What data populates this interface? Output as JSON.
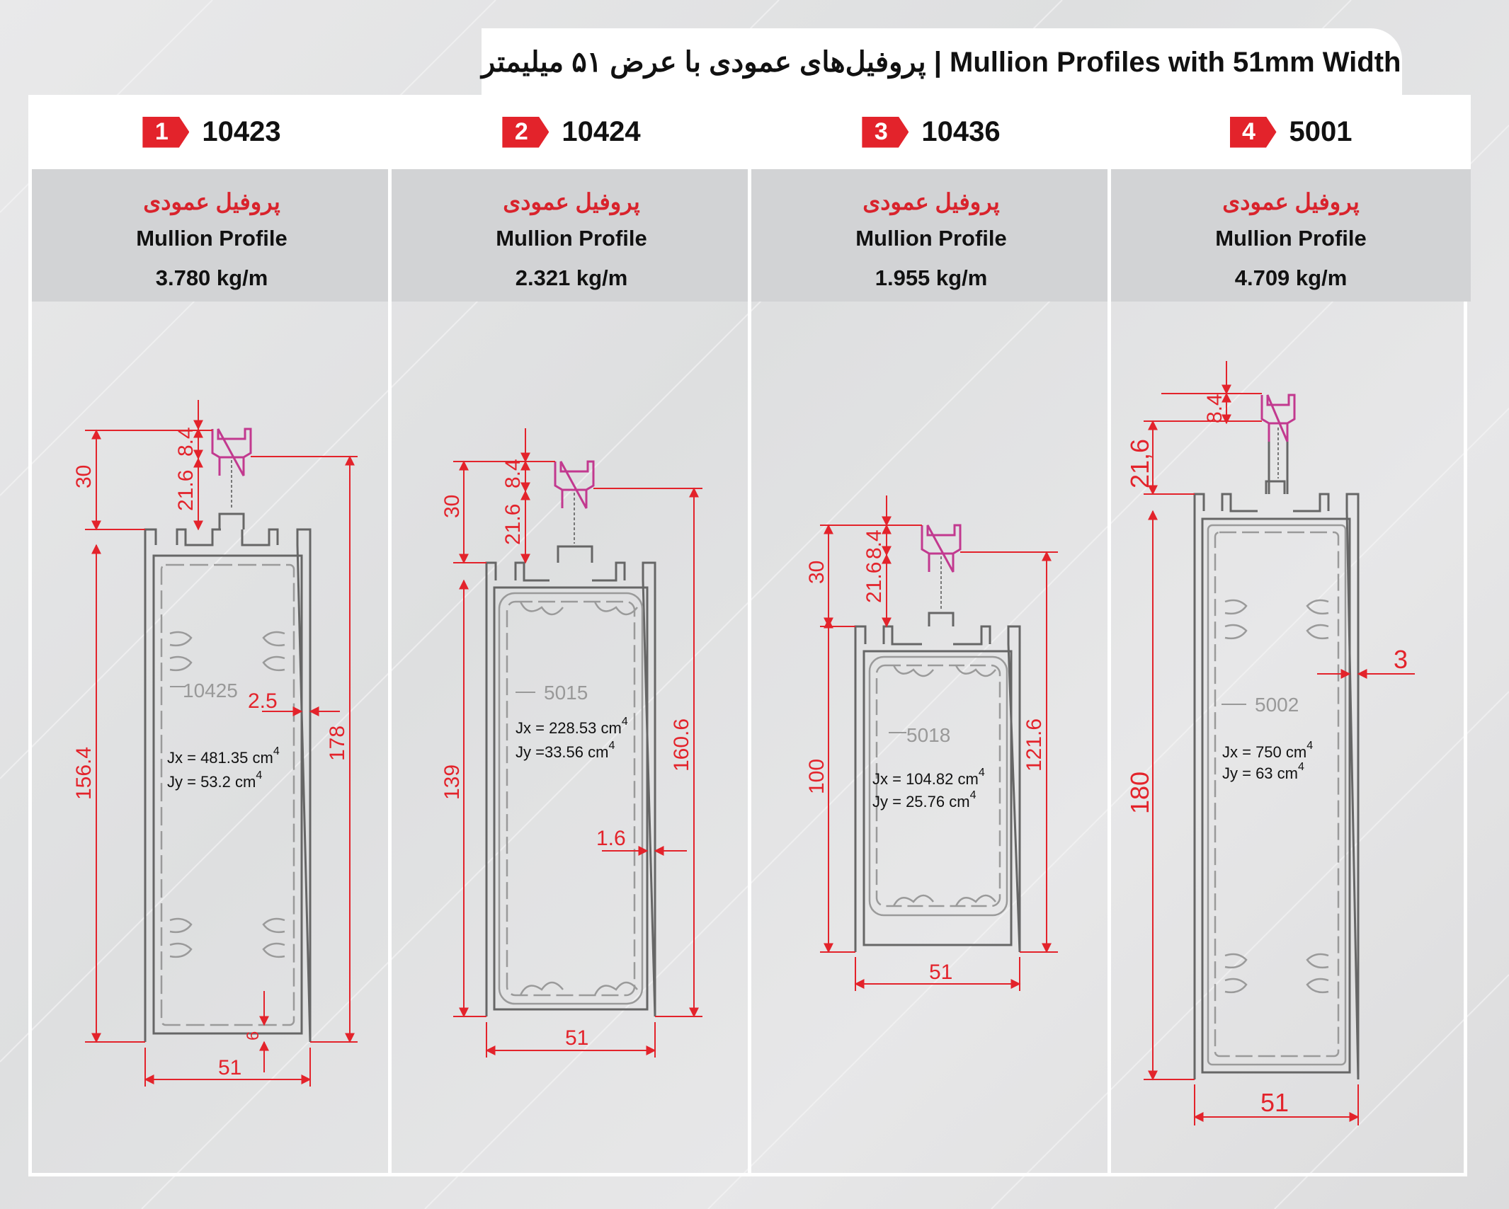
{
  "page": {
    "title": "پروفیل‌های عمودی با عرض ۵۱ میلیمتر  |  Mullion Profiles with 51mm Width"
  },
  "colors": {
    "accent": "#e3232b",
    "dimension": "#e3232b",
    "gasket": "#c2398f",
    "profile": "#777777",
    "band": "#d2d3d5"
  },
  "profiles": [
    {
      "number": "1",
      "code": "10423",
      "name_fa": "پروفیل عمودی",
      "name_en": "Mullion Profile",
      "weight": "3.780 kg/m",
      "insert_code": "10425",
      "jx": "Jx = 481.35 cm",
      "jy": "Jy = 53.2 cm",
      "exp": "4",
      "dims": {
        "top": "8.4",
        "gasket": "21.6",
        "upper": "30",
        "inner_height": "156.4",
        "total_height": "178",
        "wall": "2.5",
        "bottom": "6",
        "width": "51"
      }
    },
    {
      "number": "2",
      "code": "10424",
      "name_fa": "پروفیل عمودی",
      "name_en": "Mullion Profile",
      "weight": "2.321 kg/m",
      "insert_code": "5015",
      "jx": "Jx = 228.53 cm",
      "jy": "Jy =33.56 cm",
      "exp": "4",
      "dims": {
        "top": "8.4",
        "gasket": "21.6",
        "upper": "30",
        "inner_height": "139",
        "total_height": "160.6",
        "wall": "1.6",
        "width": "51"
      }
    },
    {
      "number": "3",
      "code": "10436",
      "name_fa": "پروفیل عمودی",
      "name_en": "Mullion Profile",
      "weight": "1.955 kg/m",
      "insert_code": "5018",
      "jx": "Jx = 104.82 cm",
      "jy": "Jy = 25.76 cm",
      "exp": "4",
      "dims": {
        "top": "8.4",
        "gasket": "21.6",
        "upper": "30",
        "inner_height": "100",
        "total_height": "121.6",
        "width": "51"
      }
    },
    {
      "number": "4",
      "code": "5001",
      "name_fa": "پروفیل عمودی",
      "name_en": "Mullion Profile",
      "weight": "4.709 kg/m",
      "insert_code": "5002",
      "jx": "Jx = 750 cm",
      "jy": "Jy = 63 cm",
      "exp": "4",
      "dims": {
        "top": "8.4",
        "gasket": "21,6",
        "total_height": "180",
        "wall": "3",
        "width": "51"
      }
    }
  ]
}
